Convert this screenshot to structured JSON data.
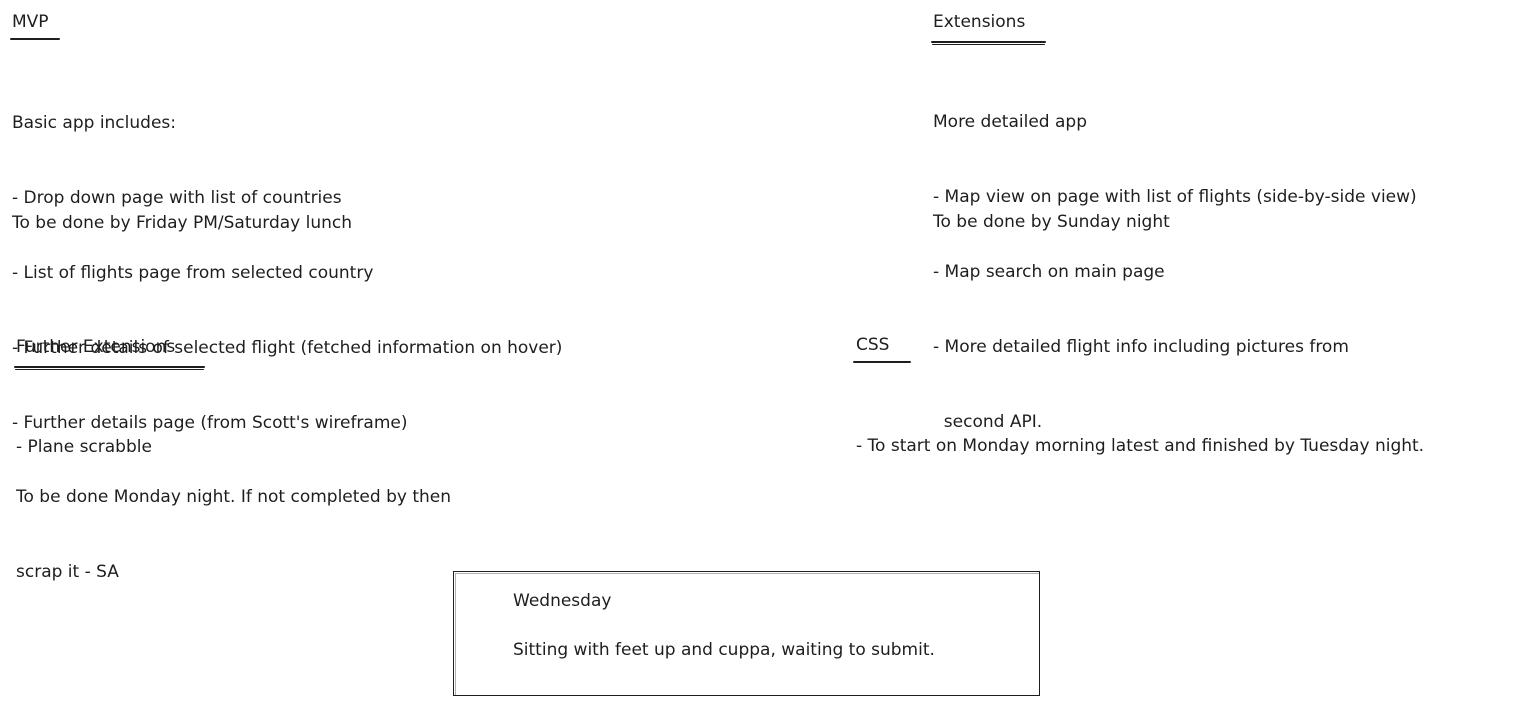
{
  "mvp": {
    "title": "MVP",
    "intro": "Basic app includes:",
    "items": [
      "- Drop down page with list of countries",
      "- List of flights page from selected country",
      "- Further details of selected flight (fetched information on hover)",
      "- Further details page (from Scott's wireframe)"
    ],
    "deadline": "To be done by Friday PM/Saturday lunch"
  },
  "extensions": {
    "title": "Extensions",
    "intro": "More detailed app",
    "items": [
      "- Map view on page with list of flights (side-by-side view)",
      "- Map search on main page",
      "- More detailed flight info including pictures from",
      "  second API."
    ],
    "deadline": "To be done by Sunday night"
  },
  "further_extensions": {
    "title": "Further Extensions",
    "items": [
      "- Plane scrabble"
    ],
    "deadline_lines": [
      "To be done Monday night. If not completed by then",
      "scrap it - SA"
    ]
  },
  "css": {
    "title": "CSS",
    "items": [
      "- To start on Monday morning latest and finished by Tuesday night."
    ]
  },
  "wednesday": {
    "title": "Wednesday",
    "text": "Sitting with feet up and cuppa, waiting to submit."
  }
}
